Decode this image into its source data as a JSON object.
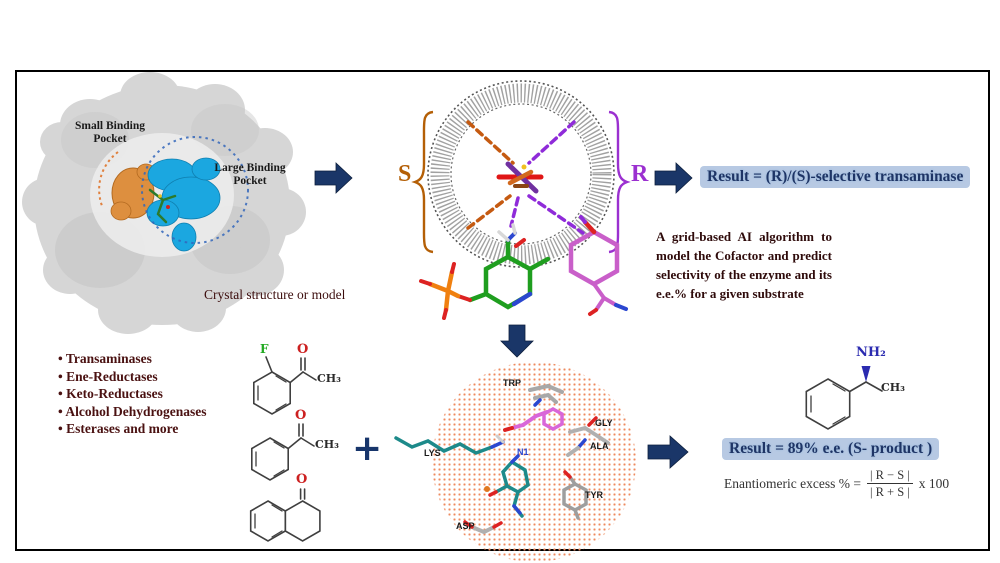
{
  "panel_protein": {
    "small_pocket": "Small Binding Pocket",
    "large_pocket": "Large Binding Pocket",
    "caption": "Crystal structure or model"
  },
  "grid": {
    "s": "S",
    "r": "R"
  },
  "results": {
    "top": "Result = (R)/(S)-selective transaminase",
    "bottom": "Result = 89% e.e. (S- product )"
  },
  "note": {
    "text": "A grid-based AI algorithm to model the Cofactor and predict selectivity of the enzyme and its e.e.% for a given substrate"
  },
  "enzymes": {
    "items": [
      "Transaminases",
      "Ene-Reductases",
      "Keto-Reductases",
      "Alcohol Dehydrogenases",
      "Esterases and more"
    ]
  },
  "plus": {
    "sign": "+"
  },
  "chem": {
    "f": "F",
    "o": "O",
    "ch3": "CH₃"
  },
  "product": {
    "nh2": "NH₂",
    "ch3": "CH₃"
  },
  "residues": {
    "trp": "TRP",
    "gly": "GLY",
    "ala": "ALA",
    "tyr": "TYR",
    "asp": "ASP",
    "lys": "LYS",
    "n1": "N1"
  },
  "formula": {
    "lhs": "Enantiomeric excess % =",
    "num": "| R − S |",
    "den": "| R + S |",
    "mult": "x 100"
  },
  "colors": {
    "arrow": "#1a3668",
    "highlight": "#b7c9e3",
    "maroon_text": "#3c0d0d",
    "s_orange": "#b45f06",
    "r_purple": "#9b30d0",
    "sphere_dots": "#ee8a5e",
    "small_pocket": "#dd8f3f",
    "large_pocket": "#1ba7e0"
  }
}
